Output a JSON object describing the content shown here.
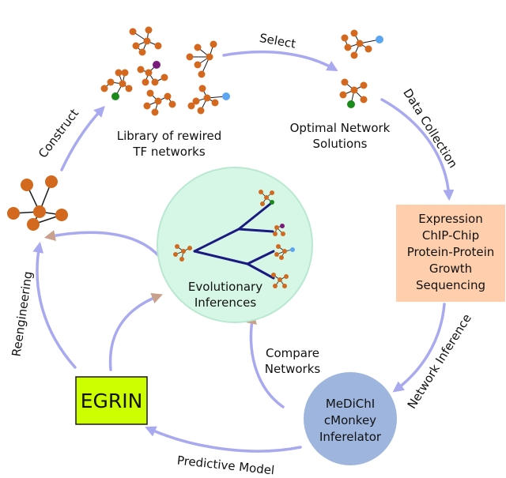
{
  "colors": {
    "node": "#d2691e",
    "node_green": "#1a8a1a",
    "node_purple": "#7a1a7a",
    "node_blue": "#5aa6f2",
    "edge": "#1a1a1a",
    "cycle_arrow": "#a9a9f0",
    "inner_arrow": "#c9a08c",
    "tree": "#1a1a80",
    "circle_fill": "#d7f7e6",
    "circle_stroke": "#b8e8cf",
    "data_box": "#ffcfad",
    "egrin_box": "#ccff00",
    "method_circle": "#9eb6de"
  },
  "labels": {
    "library": [
      "Library of rewired",
      "TF networks"
    ],
    "optimal": [
      "Optimal Network",
      "Solutions"
    ],
    "select": "Select",
    "construct": "Construct",
    "data_collection": "Data Collection",
    "network_inference": "Network Inference",
    "predictive_model": "Predictive Model",
    "reengineering": "Reengineering",
    "compare": [
      "Compare",
      "Networks"
    ],
    "evolutionary": [
      "Evolutionary",
      "Inferences"
    ]
  },
  "data_types": [
    "Expression",
    "ChIP-Chip",
    "Protein-Protein",
    "Growth",
    "Sequencing"
  ],
  "methods": [
    "MeDiChI",
    "cMonkey",
    "Inferelator"
  ],
  "egrin": "EGRIN"
}
